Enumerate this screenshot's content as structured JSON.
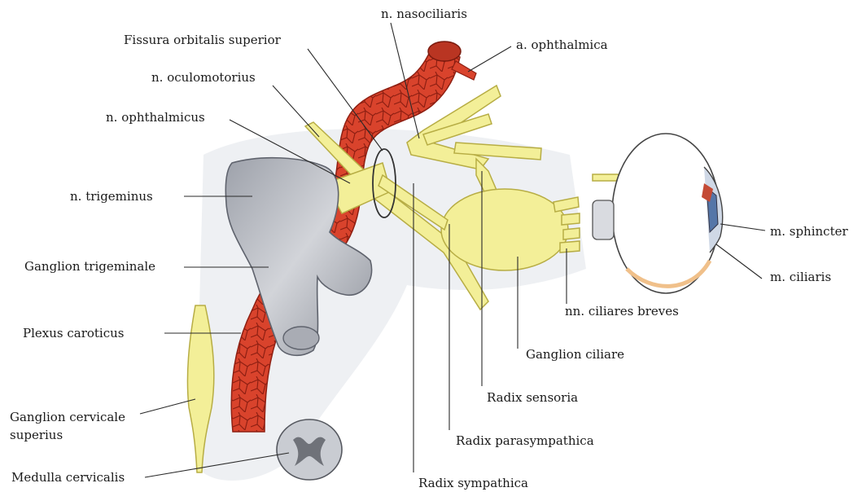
{
  "labels": {
    "n_nasociliaris": "n. nasociliaris",
    "a_ophthalmica": "a. ophthalmica",
    "fissura": "Fissura orbitalis superior",
    "n_oculomotorius": "n. oculomotorius",
    "n_ophthalmicus": "n. ophthalmicus",
    "n_trigeminus": "n. trigeminus",
    "ganglion_trigeminale": "Ganglion trigeminale",
    "plexus_caroticus": "Plexus caroticus",
    "ganglion_cervicale_line1": "Ganglion cervicale",
    "ganglion_cervicale_line2": "superius",
    "medulla_cervicalis": "Medulla cervicalis",
    "m_sphincter": "m. sphincter",
    "m_ciliaris": "m. ciliaris",
    "nn_ciliares_breves": "nn. ciliares breves",
    "ganglion_ciliare": "Ganglion ciliare",
    "radix_sensoria": "Radix sensoria",
    "radix_parasympathica": "Radix parasympathica",
    "radix_sympathica": "Radix sympathica"
  },
  "colors": {
    "artery": "#d9432c",
    "artery_net": "#8e1f12",
    "nerve": "#f3ef98",
    "nerve_edge": "#b7ad44",
    "ganglion_gray": "#b9bcc4",
    "ganglion_edge": "#5f636d",
    "background_region": "#eef0f3"
  }
}
